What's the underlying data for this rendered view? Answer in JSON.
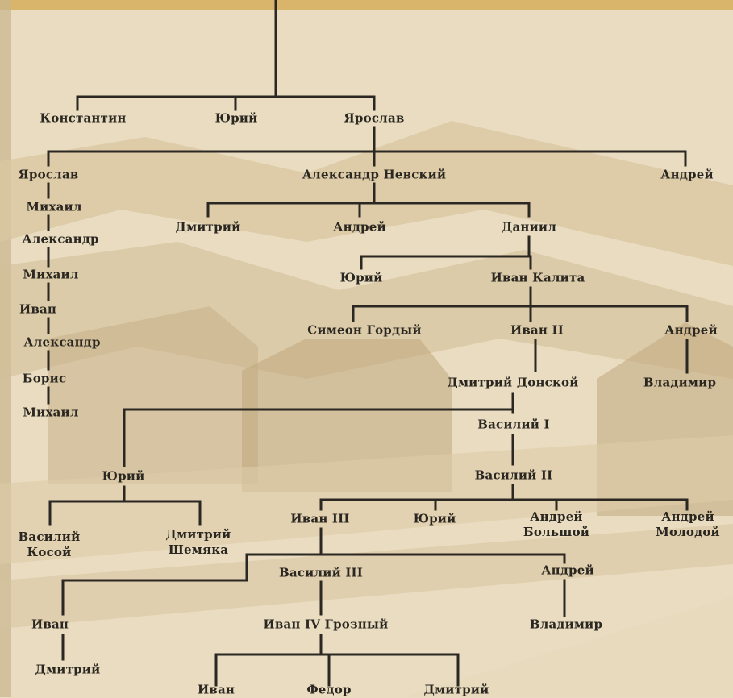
{
  "people": {
    "konstantin": "Константин",
    "yuri1": "Юрий",
    "yaroslav1": "Ярослав",
    "yaroslav2": "Ярослав",
    "mikhail1": "Михаил",
    "aleksandr1": "Александр",
    "mikhail2": "Михаил",
    "ivan1": "Иван",
    "aleksandr2": "Александр",
    "boris": "Борис",
    "mikhail3": "Михаил",
    "nevsky": "Александр Невский",
    "andrei1": "Андрей",
    "dmitry1": "Дмитрий",
    "andrei2": "Андрей",
    "daniil": "Даниил",
    "yuri2": "Юрий",
    "kalita": "Иван Калита",
    "simeon": "Симеон Гордый",
    "ivan2": "Иван II",
    "andrei3": "Андрей",
    "vladimir1": "Владимир",
    "donskoy": "Дмитрий Донской",
    "vasily1": "Василий I",
    "yuri3": "Юрий",
    "vasily2": "Василий II",
    "vasily_kosoy": "Василий\nКосой",
    "shemyaka": "Дмитрий\nШемяка",
    "ivan3": "Иван III",
    "yuri4": "Юрий",
    "andrei_bolshoy": "Андрей\nБольшой",
    "andrei_molodoy": "Андрей\nМолодой",
    "vasily3": "Василий III",
    "andrei4": "Андрей",
    "ivan4": "Иван",
    "grozny": "Иван IV  Грозный",
    "vladimir2": "Владимир",
    "dmitry2": "Дмитрий",
    "ivan5": "Иван",
    "fedor": "Федор",
    "dmitry3": "Дмитрий"
  }
}
